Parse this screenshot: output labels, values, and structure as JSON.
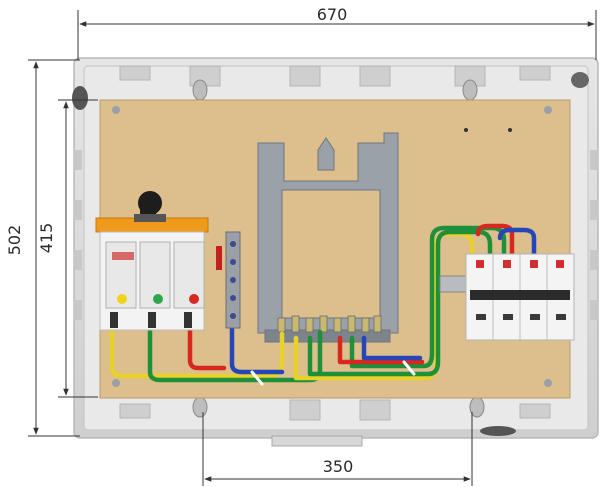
{
  "dimensions": {
    "overall_width": "670",
    "overall_height": "502",
    "board_height": "415",
    "mounting_spacing": "350"
  },
  "colors": {
    "enclosure": "#dcdcdc",
    "board": "#dcbf8c",
    "wire_yellow": "#e7d12a",
    "wire_green": "#1f8f3a",
    "wire_red": "#d6281f",
    "wire_blue": "#2545b8",
    "switch_orange": "#f09a1c"
  }
}
